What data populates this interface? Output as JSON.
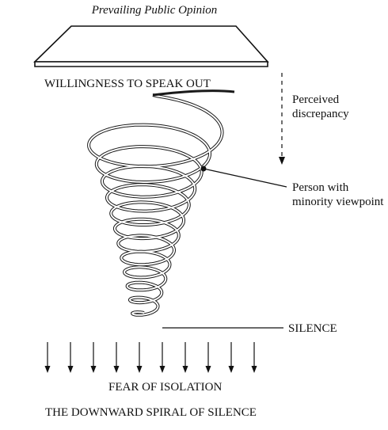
{
  "labels": {
    "prevailing": "Prevailing Public Opinion",
    "willingness": "WILLINGNESS TO SPEAK OUT",
    "perceived": "Perceived\ndiscrepancy",
    "person": "Person with\nminority viewpoint",
    "silence": "SILENCE",
    "fear": "FEAR OF ISOLATION",
    "title": "THE DOWNWARD SPIRAL OF SILENCE"
  }
}
